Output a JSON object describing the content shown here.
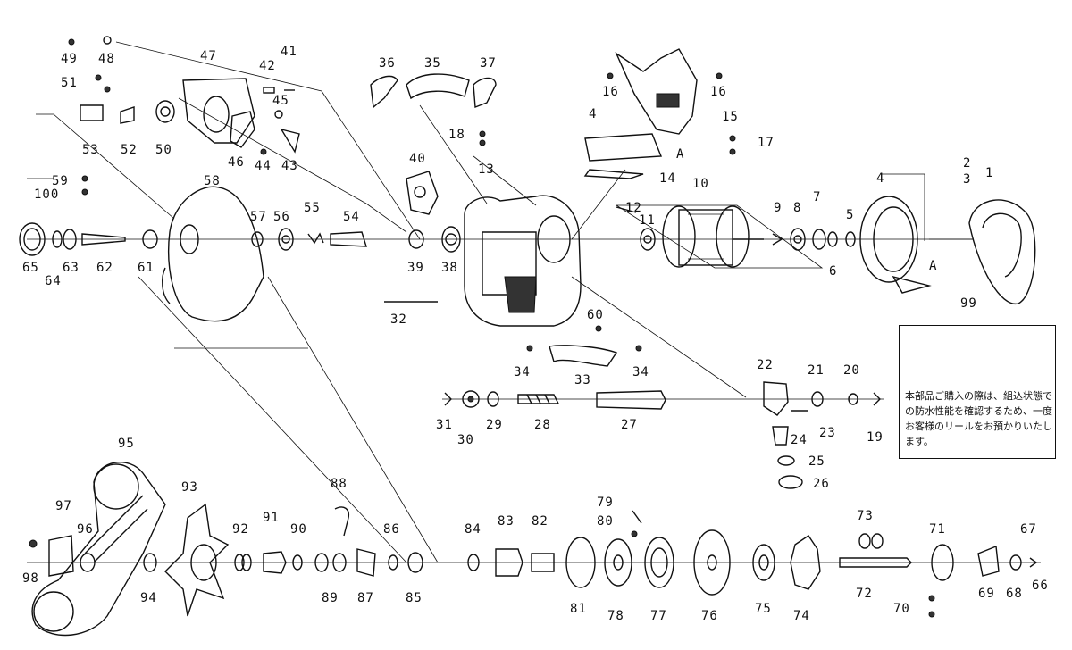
{
  "note": {
    "ref": "99",
    "text": "本部品ご購入の際は、組込状態での防水性能を確認するため、一度お客様のリールをお預かりいたします。"
  },
  "ref_a": "A",
  "parts": [
    {
      "id": "p1",
      "label": "1"
    },
    {
      "id": "p2",
      "label": "2"
    },
    {
      "id": "p3",
      "label": "3"
    },
    {
      "id": "p4a",
      "label": "4"
    },
    {
      "id": "p4b",
      "label": "4"
    },
    {
      "id": "p5",
      "label": "5"
    },
    {
      "id": "p6",
      "label": "6"
    },
    {
      "id": "p7",
      "label": "7"
    },
    {
      "id": "p8",
      "label": "8"
    },
    {
      "id": "p9",
      "label": "9"
    },
    {
      "id": "p10",
      "label": "10"
    },
    {
      "id": "p11",
      "label": "11"
    },
    {
      "id": "p12",
      "label": "12"
    },
    {
      "id": "p13",
      "label": "13"
    },
    {
      "id": "p14",
      "label": "14"
    },
    {
      "id": "p15",
      "label": "15"
    },
    {
      "id": "p16a",
      "label": "16"
    },
    {
      "id": "p16b",
      "label": "16"
    },
    {
      "id": "p17",
      "label": "17"
    },
    {
      "id": "p18",
      "label": "18"
    },
    {
      "id": "p19",
      "label": "19"
    },
    {
      "id": "p20",
      "label": "20"
    },
    {
      "id": "p21",
      "label": "21"
    },
    {
      "id": "p22",
      "label": "22"
    },
    {
      "id": "p23",
      "label": "23"
    },
    {
      "id": "p24",
      "label": "24"
    },
    {
      "id": "p25",
      "label": "25"
    },
    {
      "id": "p26",
      "label": "26"
    },
    {
      "id": "p27",
      "label": "27"
    },
    {
      "id": "p28",
      "label": "28"
    },
    {
      "id": "p29",
      "label": "29"
    },
    {
      "id": "p30",
      "label": "30"
    },
    {
      "id": "p31",
      "label": "31"
    },
    {
      "id": "p32",
      "label": "32"
    },
    {
      "id": "p33",
      "label": "33"
    },
    {
      "id": "p34a",
      "label": "34"
    },
    {
      "id": "p34b",
      "label": "34"
    },
    {
      "id": "p35",
      "label": "35"
    },
    {
      "id": "p36",
      "label": "36"
    },
    {
      "id": "p37",
      "label": "37"
    },
    {
      "id": "p38",
      "label": "38"
    },
    {
      "id": "p39",
      "label": "39"
    },
    {
      "id": "p40",
      "label": "40"
    },
    {
      "id": "p41",
      "label": "41"
    },
    {
      "id": "p42",
      "label": "42"
    },
    {
      "id": "p43",
      "label": "43"
    },
    {
      "id": "p44",
      "label": "44"
    },
    {
      "id": "p45",
      "label": "45"
    },
    {
      "id": "p46",
      "label": "46"
    },
    {
      "id": "p47",
      "label": "47"
    },
    {
      "id": "p48",
      "label": "48"
    },
    {
      "id": "p49",
      "label": "49"
    },
    {
      "id": "p50",
      "label": "50"
    },
    {
      "id": "p51",
      "label": "51"
    },
    {
      "id": "p52",
      "label": "52"
    },
    {
      "id": "p53",
      "label": "53"
    },
    {
      "id": "p54",
      "label": "54"
    },
    {
      "id": "p55",
      "label": "55"
    },
    {
      "id": "p56",
      "label": "56"
    },
    {
      "id": "p57",
      "label": "57"
    },
    {
      "id": "p58",
      "label": "58"
    },
    {
      "id": "p59",
      "label": "59"
    },
    {
      "id": "p60",
      "label": "60"
    },
    {
      "id": "p61",
      "label": "61"
    },
    {
      "id": "p62",
      "label": "62"
    },
    {
      "id": "p63",
      "label": "63"
    },
    {
      "id": "p64",
      "label": "64"
    },
    {
      "id": "p65",
      "label": "65"
    },
    {
      "id": "p66",
      "label": "66"
    },
    {
      "id": "p67",
      "label": "67"
    },
    {
      "id": "p68",
      "label": "68"
    },
    {
      "id": "p69",
      "label": "69"
    },
    {
      "id": "p70",
      "label": "70"
    },
    {
      "id": "p71",
      "label": "71"
    },
    {
      "id": "p72",
      "label": "72"
    },
    {
      "id": "p73",
      "label": "73"
    },
    {
      "id": "p74",
      "label": "74"
    },
    {
      "id": "p75",
      "label": "75"
    },
    {
      "id": "p76",
      "label": "76"
    },
    {
      "id": "p77",
      "label": "77"
    },
    {
      "id": "p78",
      "label": "78"
    },
    {
      "id": "p79",
      "label": "79"
    },
    {
      "id": "p80",
      "label": "80"
    },
    {
      "id": "p81",
      "label": "81"
    },
    {
      "id": "p82",
      "label": "82"
    },
    {
      "id": "p83",
      "label": "83"
    },
    {
      "id": "p84",
      "label": "84"
    },
    {
      "id": "p85",
      "label": "85"
    },
    {
      "id": "p86",
      "label": "86"
    },
    {
      "id": "p87",
      "label": "87"
    },
    {
      "id": "p88",
      "label": "88"
    },
    {
      "id": "p89",
      "label": "89"
    },
    {
      "id": "p90",
      "label": "90"
    },
    {
      "id": "p91",
      "label": "91"
    },
    {
      "id": "p92",
      "label": "92"
    },
    {
      "id": "p93",
      "label": "93"
    },
    {
      "id": "p94",
      "label": "94"
    },
    {
      "id": "p95",
      "label": "95"
    },
    {
      "id": "p96",
      "label": "96"
    },
    {
      "id": "p97",
      "label": "97"
    },
    {
      "id": "p98",
      "label": "98"
    },
    {
      "id": "p99",
      "label": "99"
    },
    {
      "id": "p100",
      "label": "100"
    }
  ]
}
